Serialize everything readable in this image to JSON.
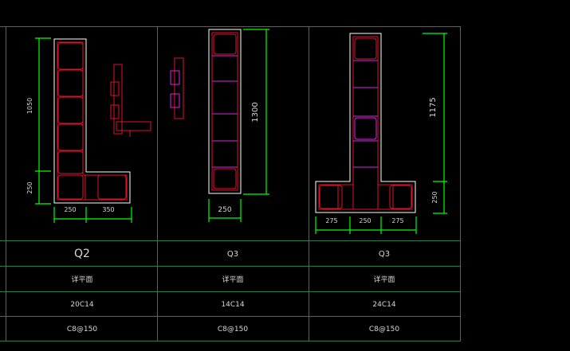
{
  "columns": [
    {
      "name": "Q2",
      "section_label": "详平面",
      "longitudinal": "20C14",
      "stirrup": "C8@150",
      "dims": {
        "vertical_upper": "1050",
        "vertical_lower": "250",
        "horizontal_left": "250",
        "horizontal_right": "350"
      }
    },
    {
      "name": "Q3",
      "section_label": "详平面",
      "longitudinal": "14C14",
      "stirrup": "C8@150",
      "dims": {
        "vertical": "1300",
        "horizontal": "250"
      }
    },
    {
      "name": "Q3",
      "section_label": "详平面",
      "longitudinal": "24C14",
      "stirrup": "C8@150",
      "dims": {
        "vertical_upper": "1175",
        "vertical_lower": "250",
        "h_left": "275",
        "h_mid": "250",
        "h_right": "275"
      }
    }
  ],
  "colors": {
    "outline": "#ffffff",
    "rebar_red": "#e0102a",
    "tie_magenta": "#e020e0",
    "dimension": "#00ff00",
    "grid": "#2f7a5a"
  }
}
